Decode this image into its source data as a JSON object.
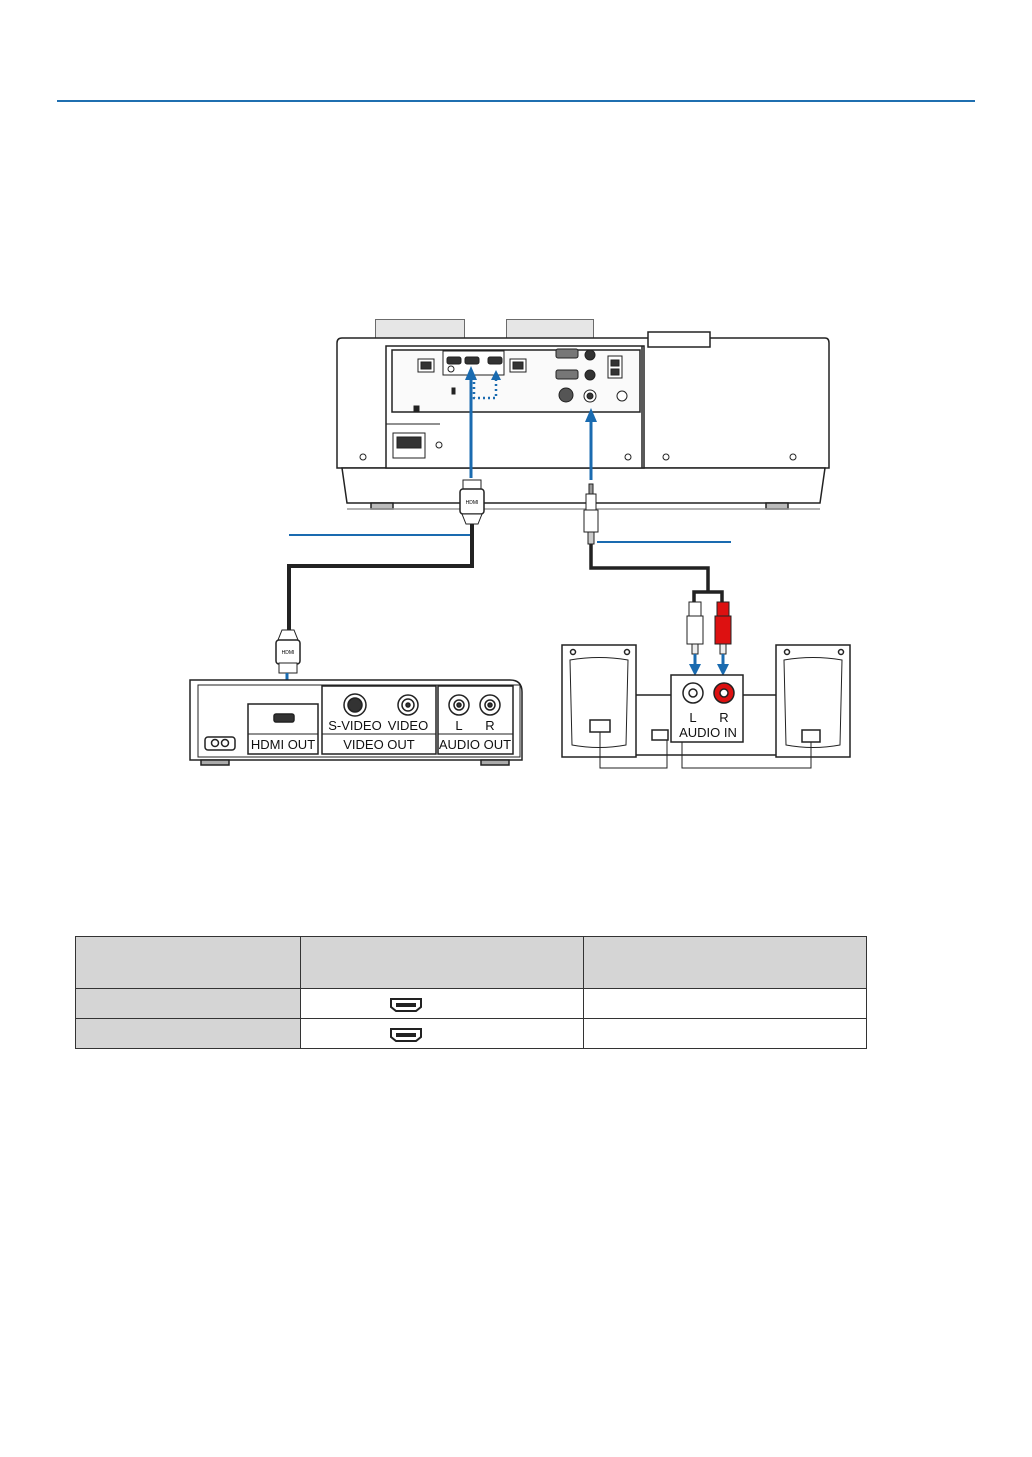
{
  "devices": {
    "hdmi_player": {
      "port_labels": [
        "HDMI OUT",
        "VIDEO OUT",
        "AUDIO OUT"
      ],
      "video_jacks": [
        "S-VIDEO",
        "VIDEO"
      ],
      "audio_jacks": [
        "L",
        "R"
      ]
    },
    "speakers": {
      "section_label": "AUDIO IN",
      "audio_jacks": [
        "L",
        "R"
      ]
    },
    "cable_plug_label": "HDMI"
  },
  "connection_table": {
    "rows": [
      {
        "connector_icon": "hdmi-port-icon"
      },
      {
        "connector_icon": "hdmi-port-icon"
      }
    ]
  }
}
